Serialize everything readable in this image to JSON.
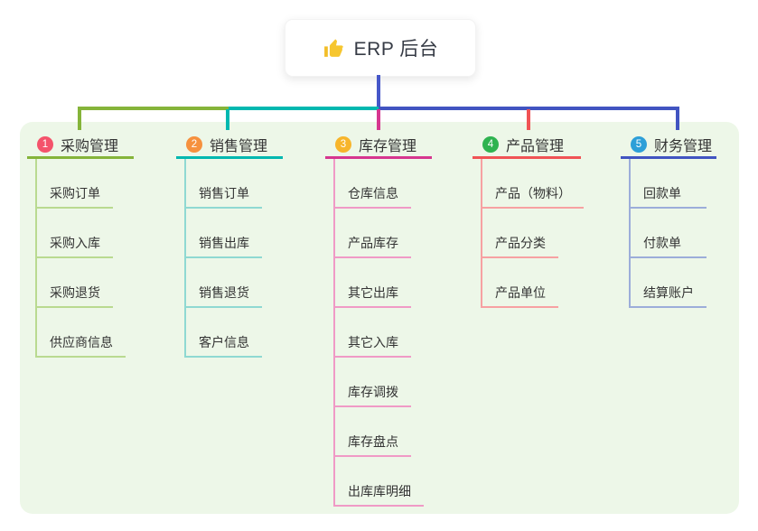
{
  "canvas": {
    "background": "#ffffff",
    "panel_background": "#edf7e8"
  },
  "root": {
    "label": "ERP 后台",
    "icon": "thumbs-up-icon",
    "icon_color": "#f2bd27",
    "stem_color": "#4657c9"
  },
  "branches": [
    {
      "number": "1",
      "title": "采购管理",
      "badge_color": "#f4536b",
      "line_color": "#85b43a",
      "child_line_color": "#b9da90",
      "children": [
        "采购订单",
        "采购入库",
        "采购退货",
        "供应商信息"
      ]
    },
    {
      "number": "2",
      "title": "销售管理",
      "badge_color": "#f6913e",
      "line_color": "#00b8b0",
      "child_line_color": "#8fd9d2",
      "children": [
        "销售订单",
        "销售出库",
        "销售退货",
        "客户信息"
      ]
    },
    {
      "number": "3",
      "title": "库存管理",
      "badge_color": "#f7b52b",
      "line_color": "#d6368f",
      "child_line_color": "#f09ac6",
      "children": [
        "仓库信息",
        "产品库存",
        "其它出库",
        "其它入库",
        "库存调拨",
        "库存盘点",
        "出库库明细"
      ]
    },
    {
      "number": "4",
      "title": "产品管理",
      "badge_color": "#2fb350",
      "line_color": "#f05355",
      "child_line_color": "#f7a1a2",
      "children": [
        "产品（物料）",
        "产品分类",
        "产品单位"
      ]
    },
    {
      "number": "5",
      "title": "财务管理",
      "badge_color": "#2d9fd8",
      "line_color": "#4154c1",
      "child_line_color": "#9cadd9",
      "children": [
        "回款单",
        "付款单",
        "结算账户"
      ]
    }
  ]
}
